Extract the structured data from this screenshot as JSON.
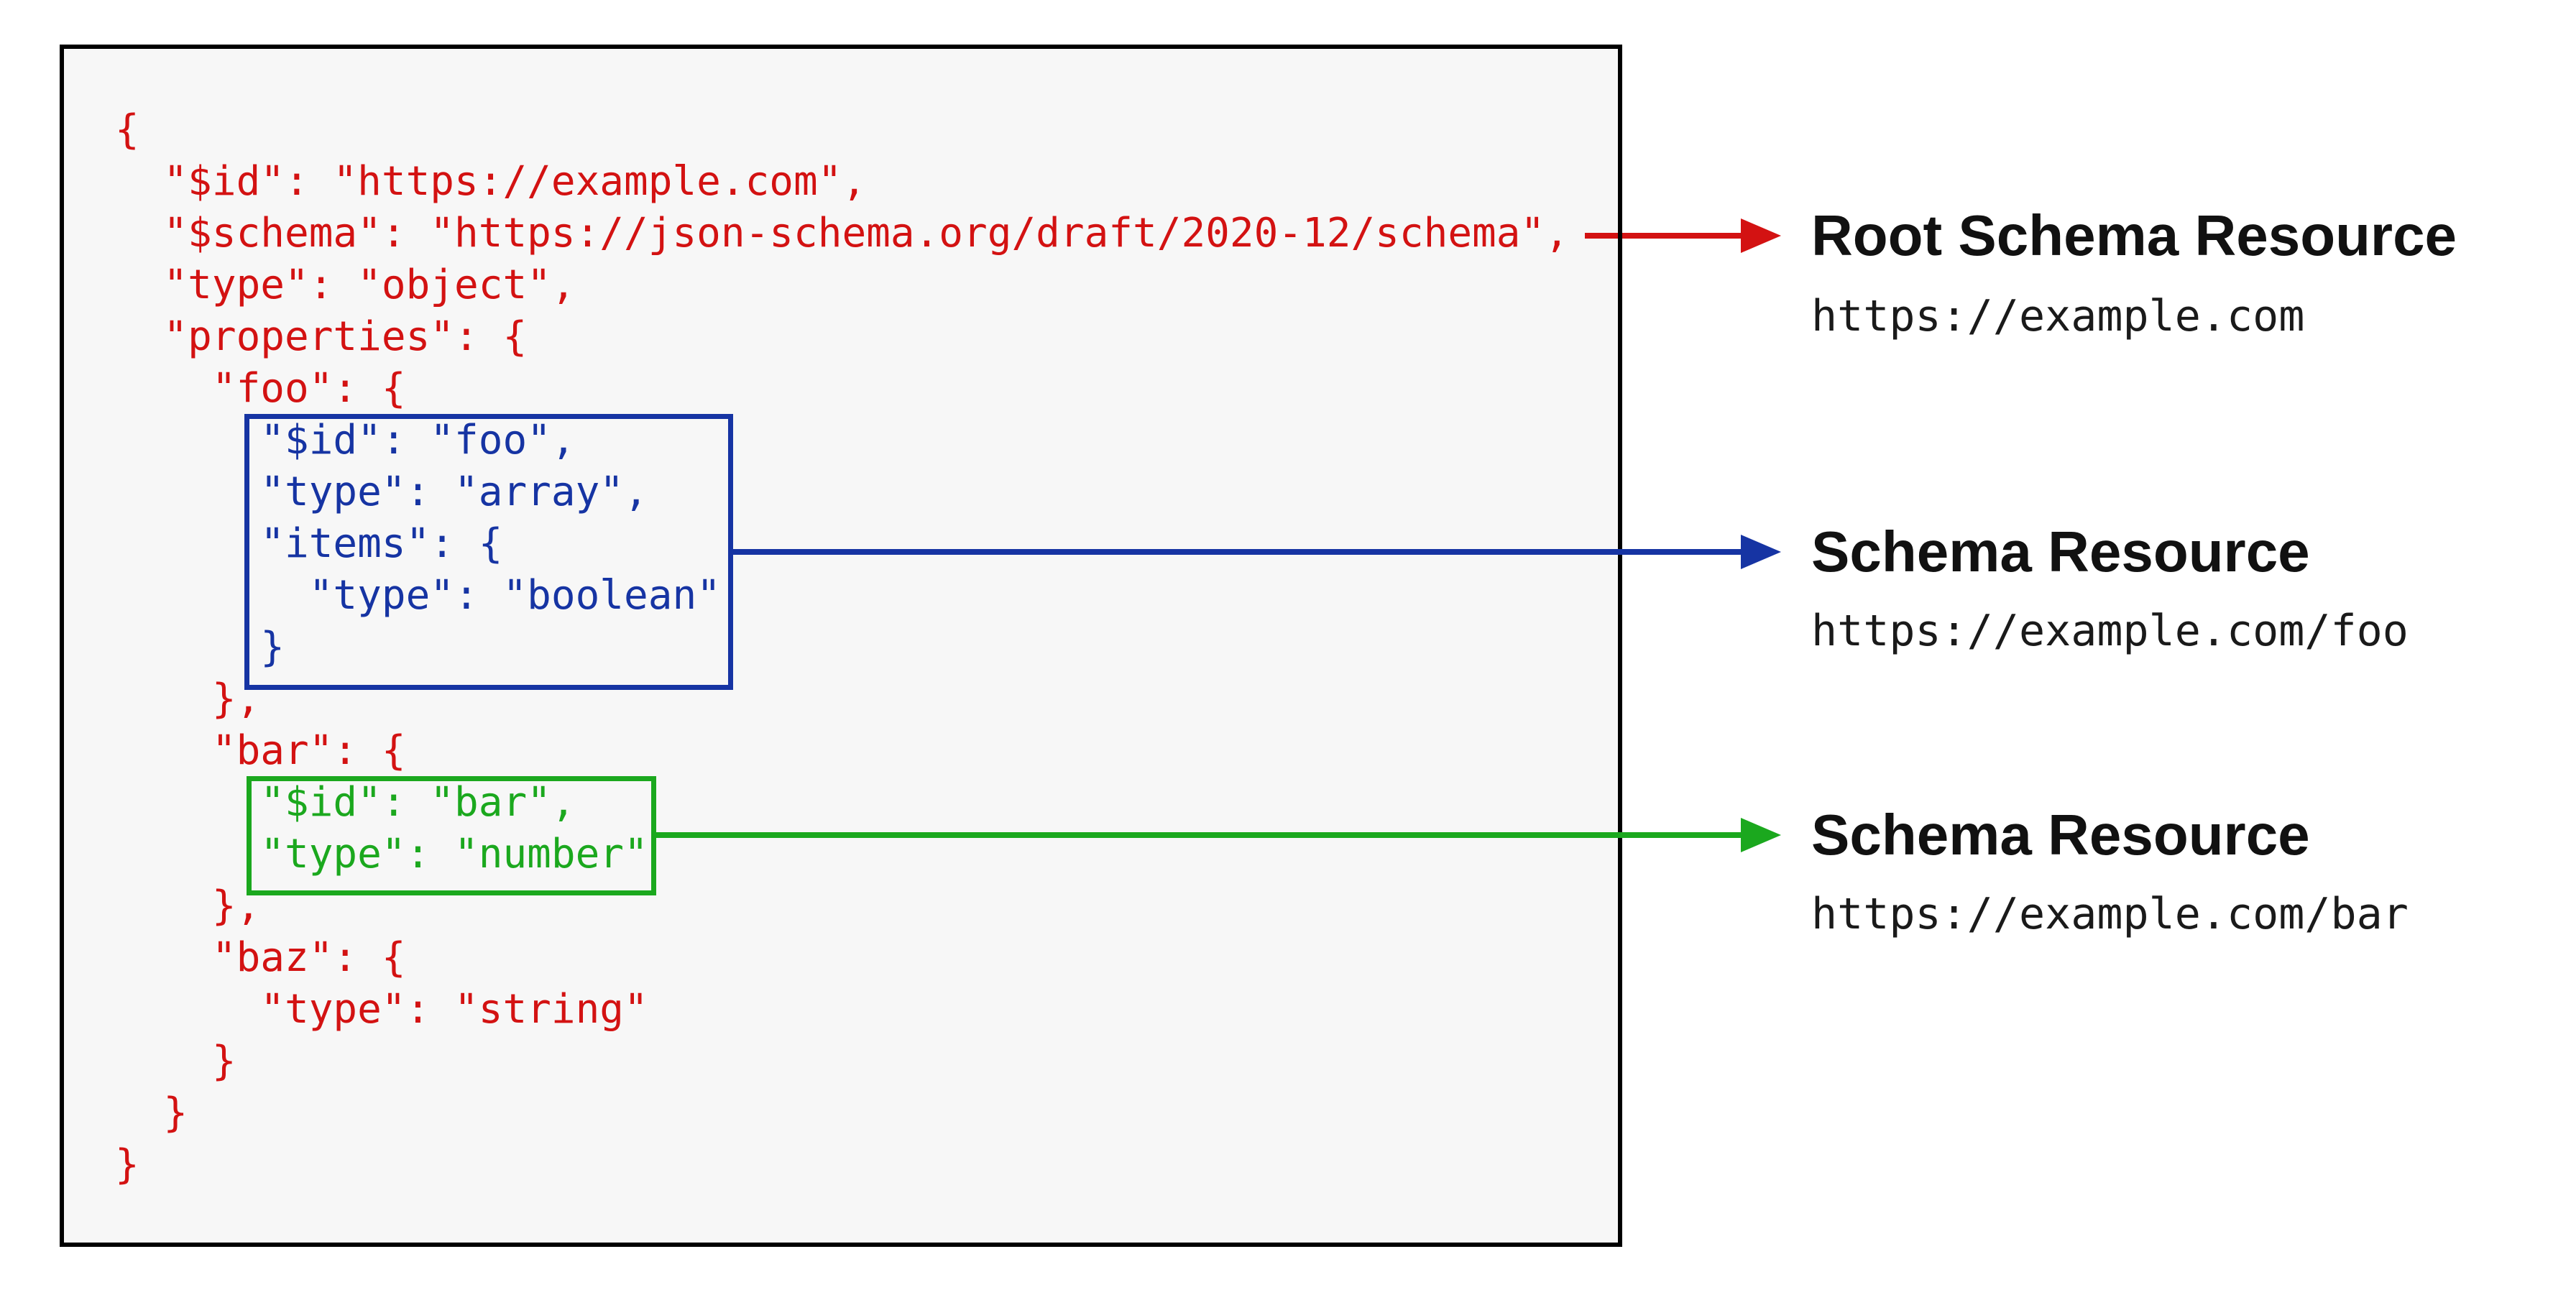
{
  "diagram": {
    "title_hint": "JSON Schema resources diagram",
    "colors": {
      "red": "#d31212",
      "blue": "#1634a3",
      "green": "#1ba81e",
      "box_border": "#000000",
      "box_fill": "#f7f7f7",
      "heading_text": "#111111"
    },
    "code": {
      "lines": [
        {
          "text": "{",
          "color": "red"
        },
        {
          "text": "  \"$id\": \"https://example.com\",",
          "color": "red"
        },
        {
          "text": "  \"$schema\": \"https://json-schema.org/draft/2020-12/schema\",",
          "color": "red"
        },
        {
          "text": "  \"type\": \"object\",",
          "color": "red"
        },
        {
          "text": "  \"properties\": {",
          "color": "red"
        },
        {
          "text": "    \"foo\": {",
          "color": "red"
        },
        {
          "text": "      \"$id\": \"foo\",",
          "color": "blue"
        },
        {
          "text": "      \"type\": \"array\",",
          "color": "blue"
        },
        {
          "text": "      \"items\": {",
          "color": "blue"
        },
        {
          "text": "        \"type\": \"boolean\"",
          "color": "blue"
        },
        {
          "text": "      }",
          "color": "blue"
        },
        {
          "text": "    },",
          "color": "red"
        },
        {
          "text": "    \"bar\": {",
          "color": "red"
        },
        {
          "text": "      \"$id\": \"bar\",",
          "color": "green"
        },
        {
          "text": "      \"type\": \"number\"",
          "color": "green"
        },
        {
          "text": "    },",
          "color": "red"
        },
        {
          "text": "    \"baz\": {",
          "color": "red"
        },
        {
          "text": "      \"type\": \"string\"",
          "color": "red"
        },
        {
          "text": "    }",
          "color": "red"
        },
        {
          "text": "  }",
          "color": "red"
        },
        {
          "text": "}",
          "color": "red"
        }
      ]
    },
    "annotations": [
      {
        "heading": "Root Schema Resource",
        "url": "https://example.com",
        "color": "red"
      },
      {
        "heading": "Schema Resource",
        "url": "https://example.com/foo",
        "color": "blue"
      },
      {
        "heading": "Schema Resource",
        "url": "https://example.com/bar",
        "color": "green"
      }
    ]
  }
}
